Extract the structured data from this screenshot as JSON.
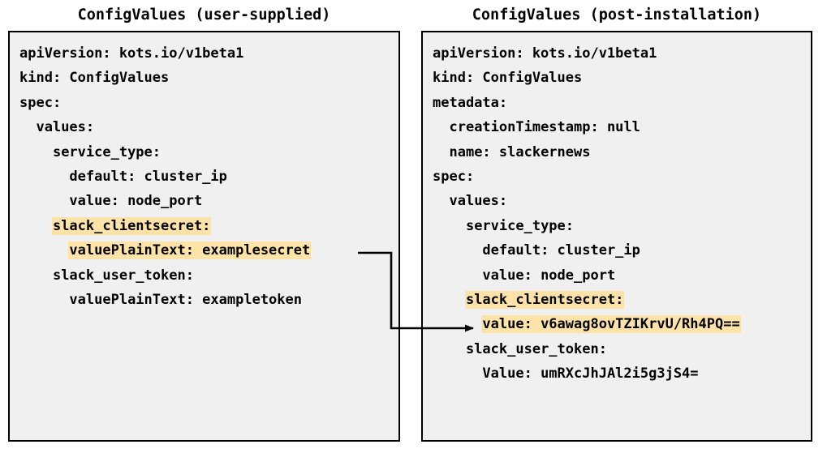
{
  "panels": [
    {
      "title": "ConfigValues (user-supplied)",
      "lines": [
        {
          "text": "apiVersion: kots.io/v1beta1",
          "highlight": false
        },
        {
          "text": "kind: ConfigValues",
          "highlight": false
        },
        {
          "text": "spec:",
          "highlight": false
        },
        {
          "text": "  values:",
          "highlight": false
        },
        {
          "text": "    service_type:",
          "highlight": false
        },
        {
          "text": "      default: cluster_ip",
          "highlight": false
        },
        {
          "text": "      value: node_port",
          "highlight": false
        },
        {
          "text": "    slack_clientsecret:",
          "highlight": true
        },
        {
          "text": "      valuePlainText: examplesecret",
          "highlight": true
        },
        {
          "text": "    slack_user_token:",
          "highlight": false
        },
        {
          "text": "      valuePlainText: exampletoken",
          "highlight": false
        }
      ]
    },
    {
      "title": "ConfigValues (post-installation)",
      "lines": [
        {
          "text": "apiVersion: kots.io/v1beta1",
          "highlight": false
        },
        {
          "text": "kind: ConfigValues",
          "highlight": false
        },
        {
          "text": "metadata:",
          "highlight": false
        },
        {
          "text": "  creationTimestamp: null",
          "highlight": false
        },
        {
          "text": "  name: slackernews",
          "highlight": false
        },
        {
          "text": "spec:",
          "highlight": false
        },
        {
          "text": "  values:",
          "highlight": false
        },
        {
          "text": "    service_type:",
          "highlight": false
        },
        {
          "text": "      default: cluster_ip",
          "highlight": false
        },
        {
          "text": "      value: node_port",
          "highlight": false
        },
        {
          "text": "    slack_clientsecret:",
          "highlight": true
        },
        {
          "text": "      value: v6awag8ovTZIKrvU/Rh4PQ==",
          "highlight": true
        },
        {
          "text": "    slack_user_token:",
          "highlight": false
        },
        {
          "text": "      Value: umRXcJhJAl2i5g3jS4=",
          "highlight": false
        }
      ]
    }
  ],
  "connector": {
    "label": "maps-to-arrow",
    "color": "#000000"
  },
  "colors": {
    "highlight": "#fde3a8",
    "box_fill": "#f0f0f0",
    "box_border": "#000000",
    "page_background": "#ffffff",
    "text": "#000000"
  }
}
